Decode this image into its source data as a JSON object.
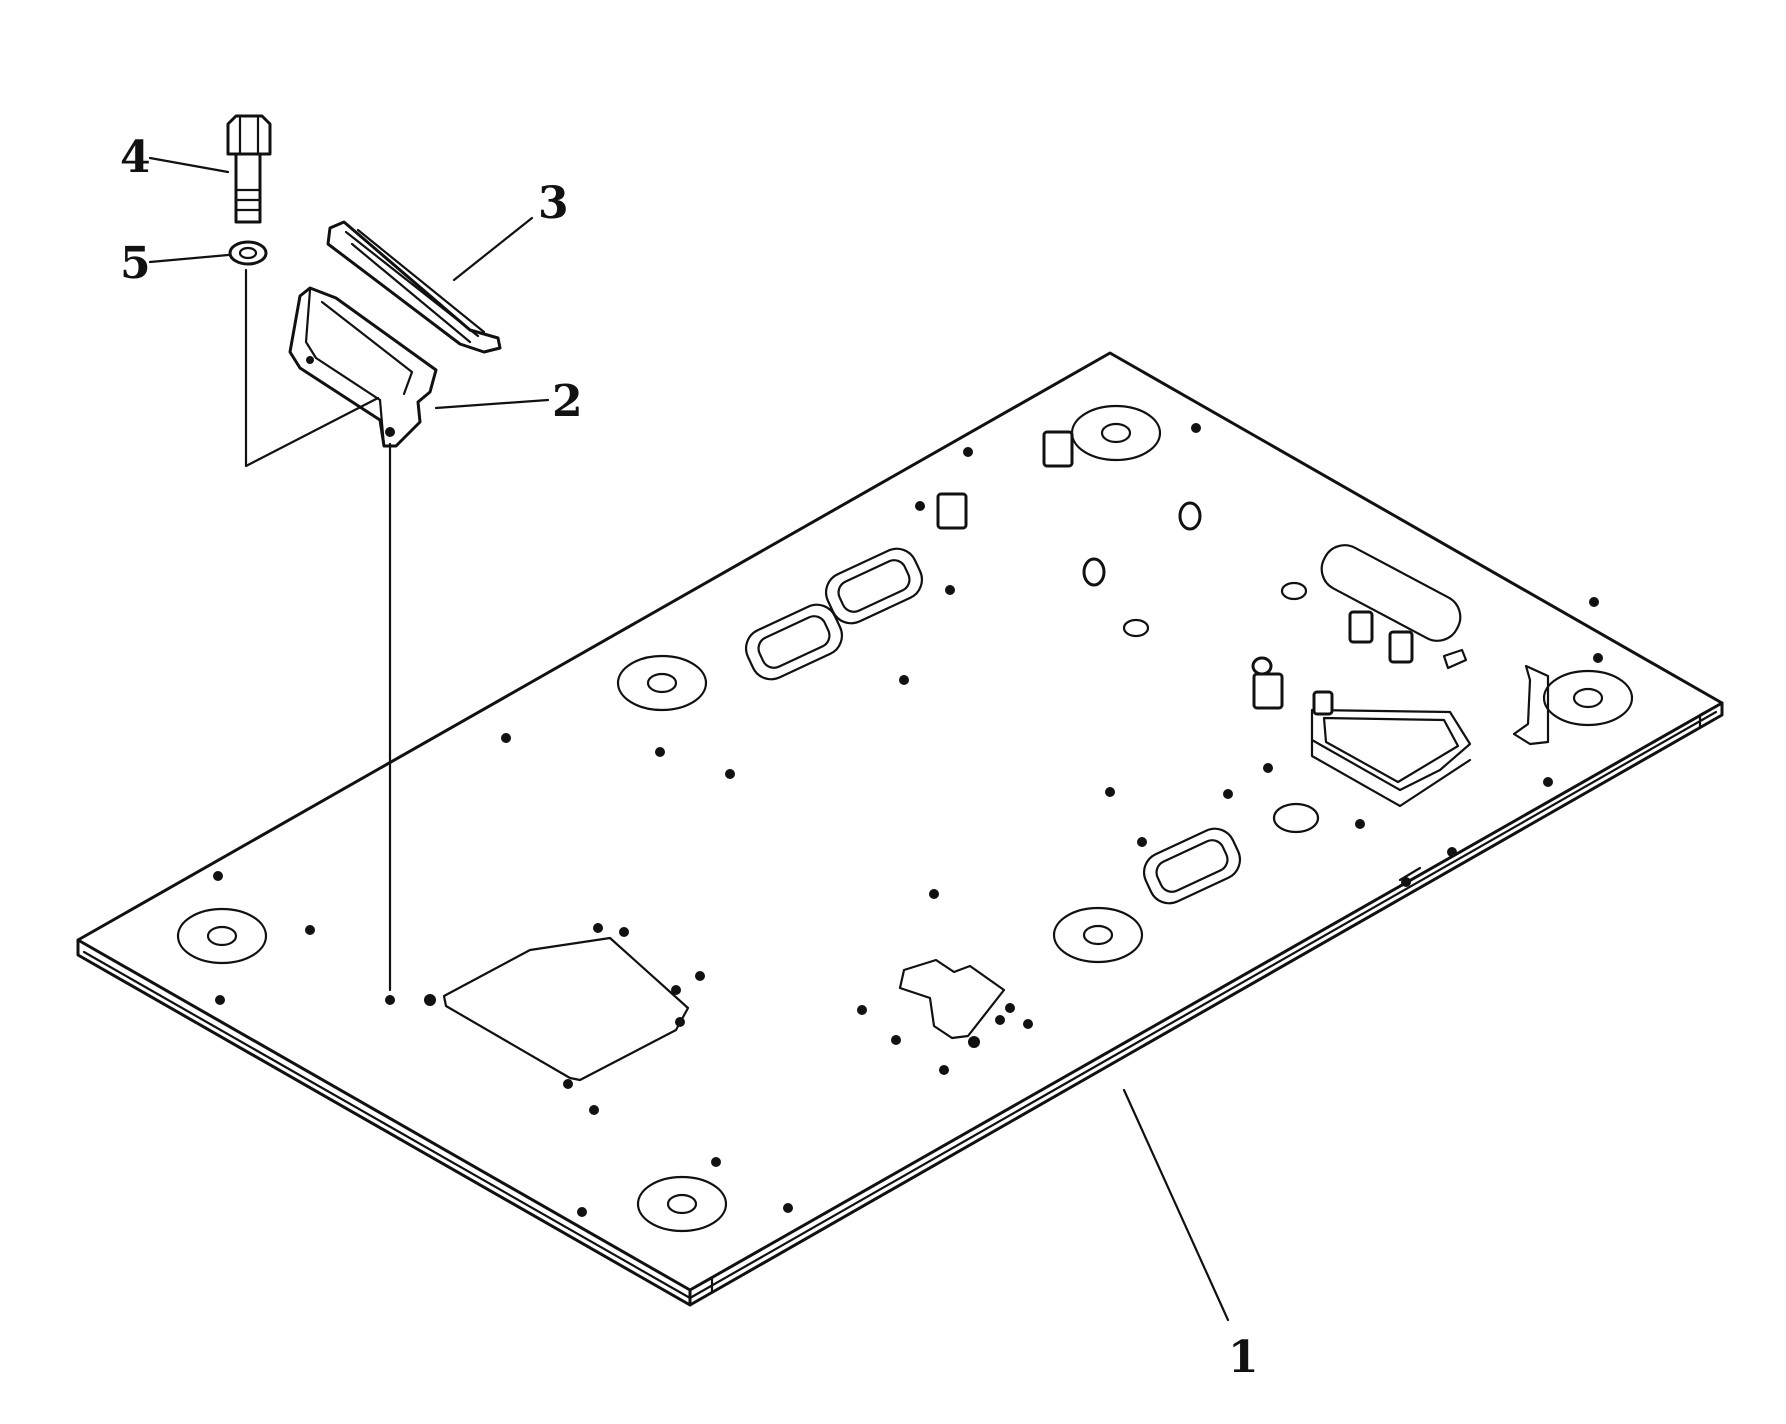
{
  "diagram": {
    "type": "exploded-parts-view",
    "callouts": [
      {
        "id": "callout-1",
        "label": "1"
      },
      {
        "id": "callout-2",
        "label": "2"
      },
      {
        "id": "callout-3",
        "label": "3"
      },
      {
        "id": "callout-4",
        "label": "4"
      },
      {
        "id": "callout-5",
        "label": "5"
      }
    ]
  }
}
